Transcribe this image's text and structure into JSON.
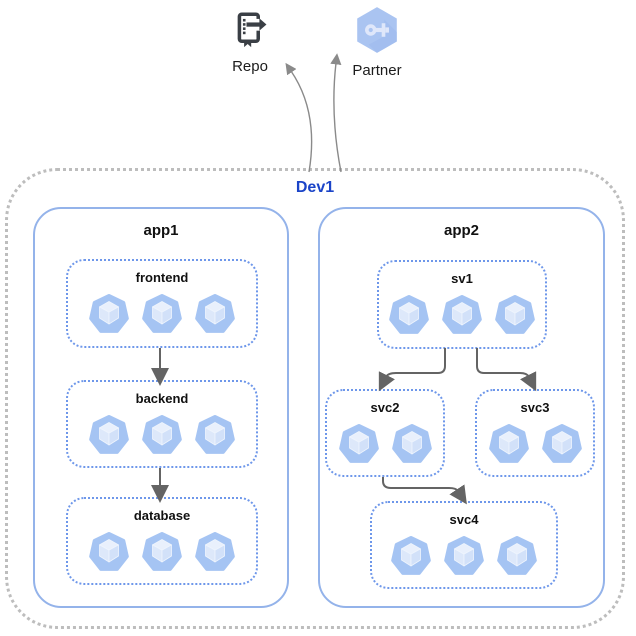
{
  "diagram": {
    "external_nodes": [
      {
        "label": "Repo",
        "icon": "source-repository"
      },
      {
        "label": "Partner",
        "icon": "partner-interconnect"
      }
    ],
    "boundary": {
      "label": "Dev1"
    },
    "apps": [
      {
        "label": "app1",
        "services": [
          {
            "label": "frontend",
            "pods": 3
          },
          {
            "label": "backend",
            "pods": 3
          },
          {
            "label": "database",
            "pods": 3
          }
        ]
      },
      {
        "label": "app2",
        "services": [
          {
            "label": "sv1",
            "pods": 3
          },
          {
            "label": "svc2",
            "pods": 2
          },
          {
            "label": "svc3",
            "pods": 2
          },
          {
            "label": "svc4",
            "pods": 3
          }
        ]
      }
    ],
    "edges": [
      {
        "from": "frontend",
        "to": "backend"
      },
      {
        "from": "backend",
        "to": "database"
      },
      {
        "from": "sv1",
        "to": "svc2"
      },
      {
        "from": "sv1",
        "to": "svc3"
      },
      {
        "from": "svc2",
        "to": "svc4"
      },
      {
        "from": "Dev1",
        "to": "Repo"
      },
      {
        "from": "Dev1",
        "to": "Partner"
      }
    ],
    "colors": {
      "boundary_label": "#1b44c8",
      "boundary_border": "#bdbdbd",
      "app_border": "#94b3ea",
      "service_border": "#6e97ea",
      "pod_fill": "#a5c4f3",
      "arrow": "#646464",
      "arrow_thin": "#8a8a8a"
    }
  }
}
